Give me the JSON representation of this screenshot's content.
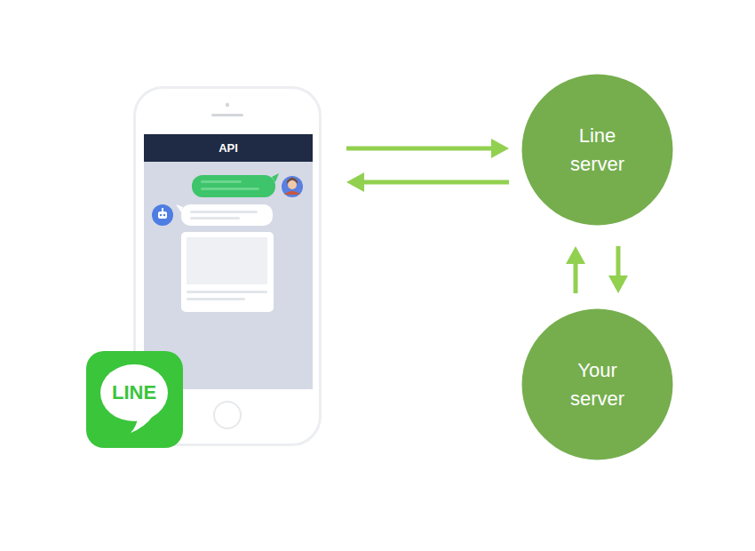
{
  "diagram": {
    "nodes": [
      {
        "text": [
          "API"
        ]
      },
      {
        "text": [
          "Line server"
        ]
      },
      {
        "text": [
          "Your server"
        ]
      }
    ],
    "edges": [
      {
        "from": 0,
        "to": 1,
        "arrow": "to"
      },
      {
        "from": 1,
        "to": 0,
        "arrow": "to"
      },
      {
        "from": 2,
        "to": 1,
        "arrow": "to"
      },
      {
        "from": 1,
        "to": 2,
        "arrow": "to"
      }
    ],
    "labels": [
      "LINE"
    ]
  }
}
